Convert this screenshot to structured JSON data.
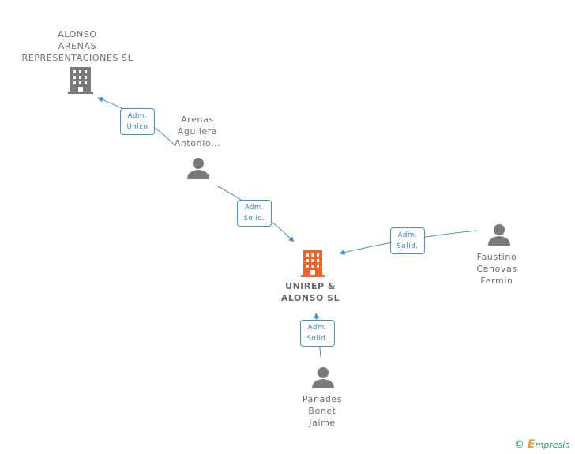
{
  "nodes": {
    "alonso": {
      "lines": [
        "ALONSO",
        "ARENAS",
        "REPRESENTACIONES SL"
      ],
      "type": "company"
    },
    "arenas": {
      "lines": [
        "Arenas",
        "Aguilera",
        "Antonio..."
      ],
      "type": "person"
    },
    "unirep": {
      "lines": [
        "UNIREP &",
        "ALONSO SL"
      ],
      "type": "company-main"
    },
    "faustino": {
      "lines": [
        "Faustino",
        "Canovas",
        "Fermin"
      ],
      "type": "person"
    },
    "panades": {
      "lines": [
        "Panades",
        "Bonet",
        "Jaime"
      ],
      "type": "person"
    }
  },
  "edges": [
    {
      "from": "arenas",
      "to": "alonso",
      "label": [
        "Adm.",
        "Unico"
      ]
    },
    {
      "from": "arenas",
      "to": "unirep",
      "label": [
        "Adm.",
        "Solid."
      ]
    },
    {
      "from": "faustino",
      "to": "unirep",
      "label": [
        "Adm.",
        "Solid."
      ]
    },
    {
      "from": "panades",
      "to": "unirep",
      "label": [
        "Adm.",
        "Solid."
      ]
    }
  ],
  "colors": {
    "company": "#7a7a7a",
    "company_main": "#f0622a",
    "person": "#7a7a7a",
    "edge": "#4a90d9"
  },
  "brand": {
    "copyright": "©",
    "initial": "E",
    "name": "mpresia"
  }
}
